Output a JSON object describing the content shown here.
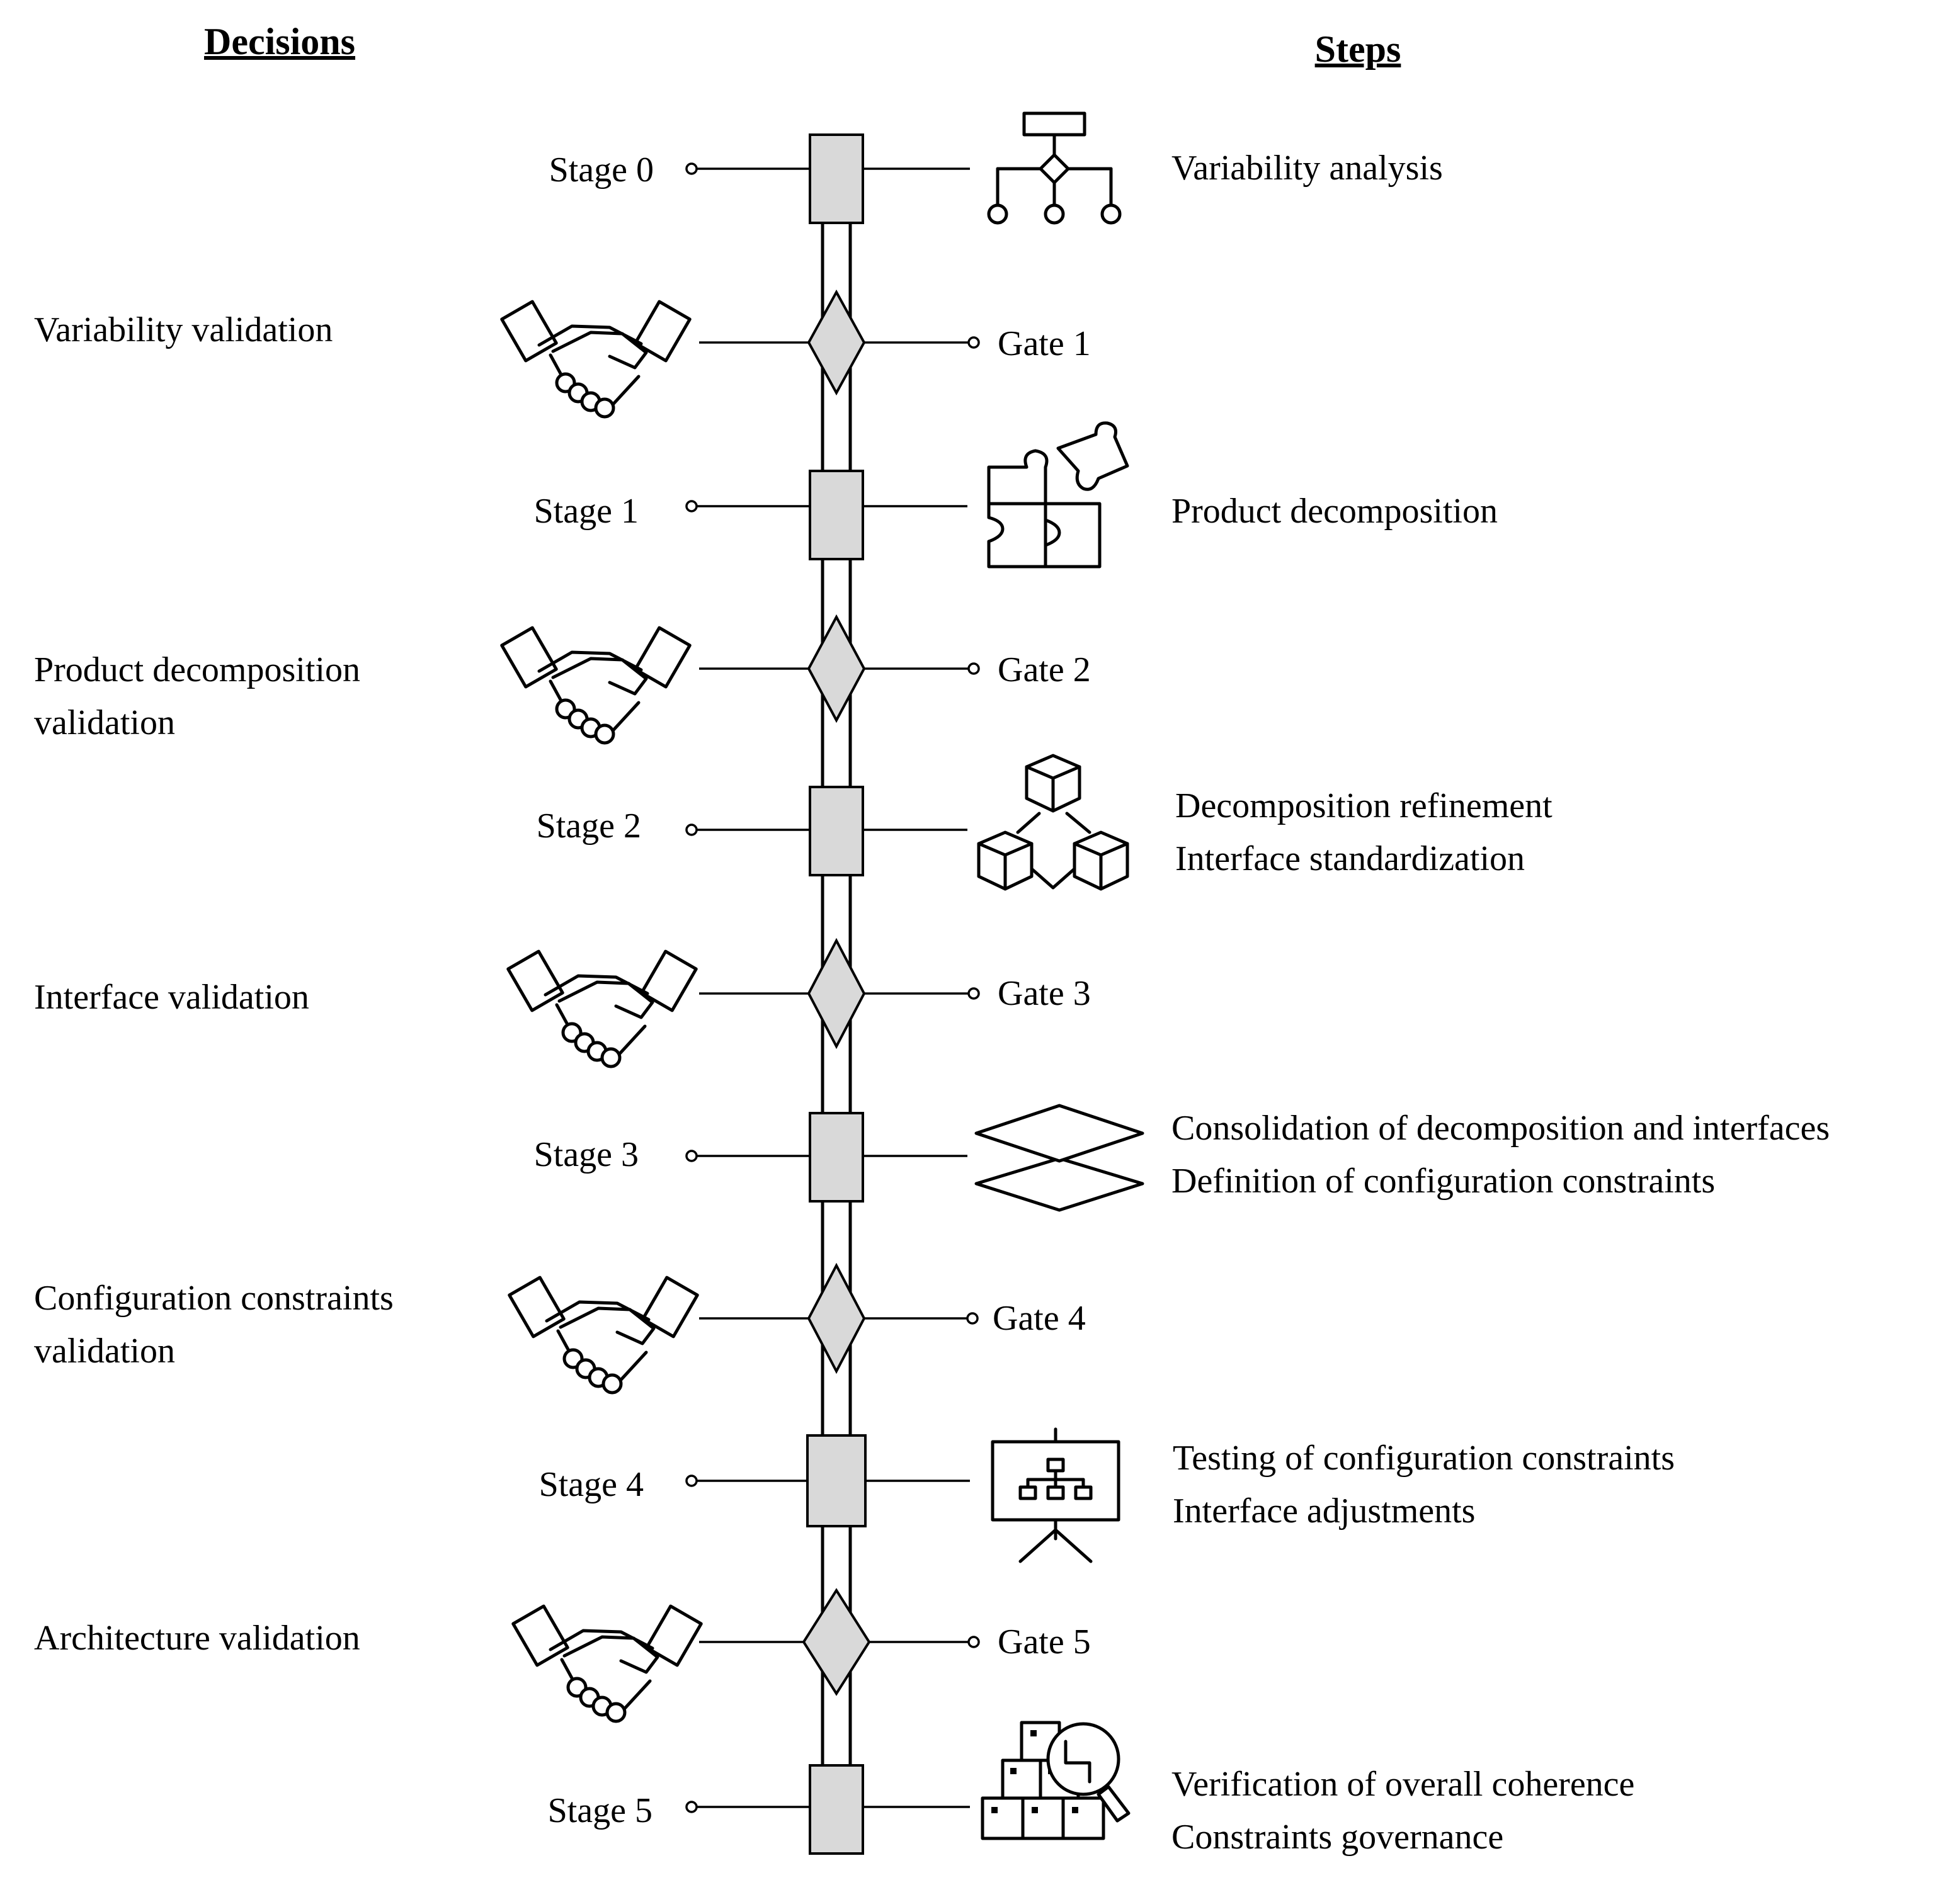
{
  "headers": {
    "decisions": "Decisions",
    "steps": "Steps"
  },
  "stages": [
    {
      "label": "Stage 0",
      "steps": [
        "Variability analysis"
      ],
      "icon": "hierarchy-decision-icon"
    },
    {
      "label": "Stage 1",
      "steps": [
        "Product decomposition"
      ],
      "icon": "puzzle-icon"
    },
    {
      "label": "Stage 2",
      "steps": [
        "Decomposition refinement",
        "Interface standardization"
      ],
      "icon": "cubes-icon"
    },
    {
      "label": "Stage 3",
      "steps": [
        "Consolidation of decomposition and interfaces",
        "Definition of configuration constraints"
      ],
      "icon": "layers-icon"
    },
    {
      "label": "Stage 4",
      "steps": [
        "Testing of configuration constraints",
        "Interface adjustments"
      ],
      "icon": "presentation-board-icon"
    },
    {
      "label": "Stage 5",
      "steps": [
        "Verification of overall coherence",
        "Constraints governance"
      ],
      "icon": "boxes-magnifier-icon"
    }
  ],
  "gates": [
    {
      "label": "Gate 1",
      "decision": [
        "Variability validation"
      ],
      "icon": "handshake-icon"
    },
    {
      "label": "Gate 2",
      "decision": [
        "Product decomposition",
        "validation"
      ],
      "icon": "handshake-icon"
    },
    {
      "label": "Gate 3",
      "decision": [
        "Interface validation"
      ],
      "icon": "handshake-icon"
    },
    {
      "label": "Gate 4",
      "decision": [
        "Configuration constraints",
        "validation"
      ],
      "icon": "handshake-icon"
    },
    {
      "label": "Gate 5",
      "decision": [
        "Architecture validation"
      ],
      "icon": "handshake-icon"
    }
  ]
}
